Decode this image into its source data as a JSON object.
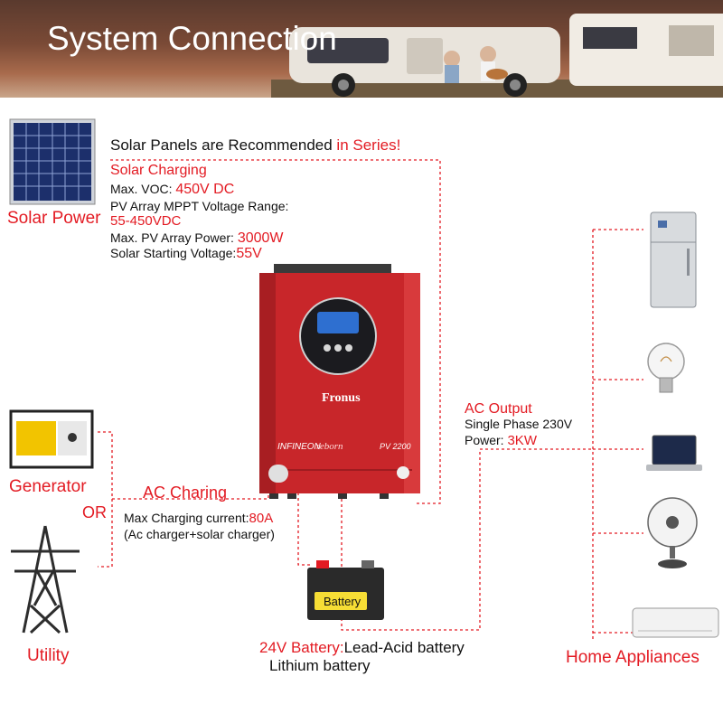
{
  "banner": {
    "title": "System Connection"
  },
  "solar": {
    "recommend_prefix": "Solar Panels are Recommended ",
    "recommend_highlight": "in Series!",
    "section_title": "Solar Charging",
    "specs": [
      {
        "label": "Max. VOC: ",
        "value": "450V DC"
      },
      {
        "label": "PV Array MPPT Voltage Range:",
        "value": ""
      },
      {
        "label": "",
        "value": "55-450VDC"
      },
      {
        "label": "Max. PV Array Power: ",
        "value": "3000W"
      },
      {
        "label": "Solar Starting Voltage:",
        "value": "55V"
      }
    ],
    "source_label": "Solar Power"
  },
  "inverter": {
    "brand": "Fronus",
    "series": "INFINEON",
    "script": "reborn",
    "model": "PV 2200"
  },
  "ac_output": {
    "title": "AC Output",
    "phase": "Single Phase 230V",
    "power_label": "Power: ",
    "power_value": "3KW"
  },
  "ac_charging": {
    "title": "AC Charing",
    "current_label": "Max Charging current:",
    "current_value": "80A",
    "note": "(Ac charger+solar charger)"
  },
  "sources": {
    "generator": "Generator",
    "or": "OR",
    "utility": "Utility"
  },
  "battery": {
    "badge": "Battery",
    "type_prefix": "24V Battery:",
    "type_value": "Lead-Acid battery",
    "lithium": "Lithium battery"
  },
  "home": {
    "label": "Home Appliances"
  },
  "colors": {
    "accent": "#e31b23",
    "inverter": "#c8262a",
    "line": "#e31b23"
  }
}
